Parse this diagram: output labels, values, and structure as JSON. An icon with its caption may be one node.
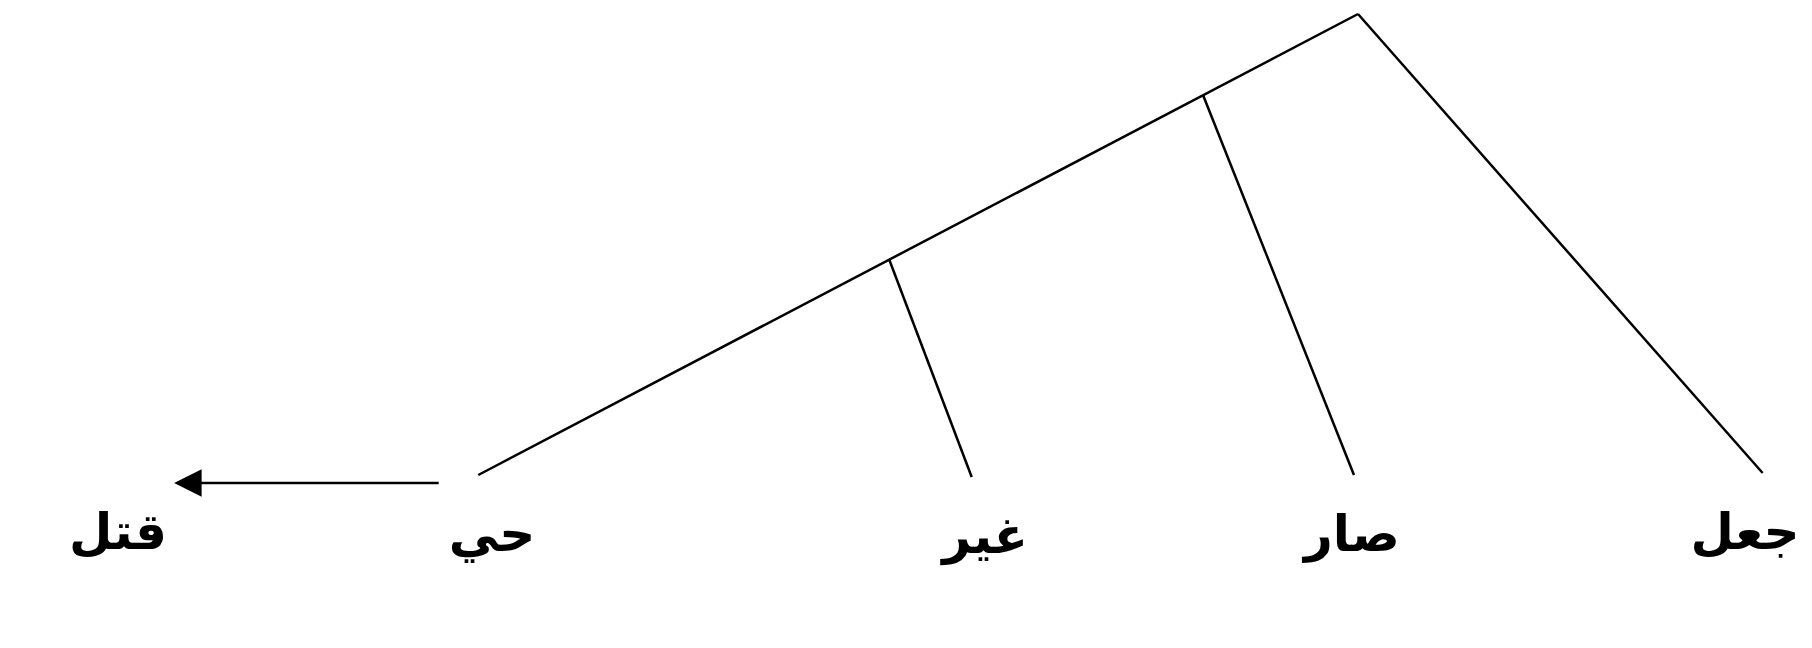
{
  "diagram": {
    "nodes": [
      {
        "text": [
          "قتل"
        ]
      },
      {
        "text": [
          "حي"
        ]
      },
      {
        "text": [
          "غير"
        ]
      },
      {
        "text": [
          "صار"
        ]
      },
      {
        "text": [
          "جعل"
        ]
      }
    ],
    "edges": [
      {
        "from": null,
        "to": 4,
        "arrow": "none"
      },
      {
        "from": null,
        "to": 1,
        "arrow": "none"
      },
      {
        "from": null,
        "to": 3,
        "arrow": "none"
      },
      {
        "from": null,
        "to": 2,
        "arrow": "none"
      },
      {
        "from": 1,
        "to": 0,
        "arrow": "to"
      }
    ]
  }
}
